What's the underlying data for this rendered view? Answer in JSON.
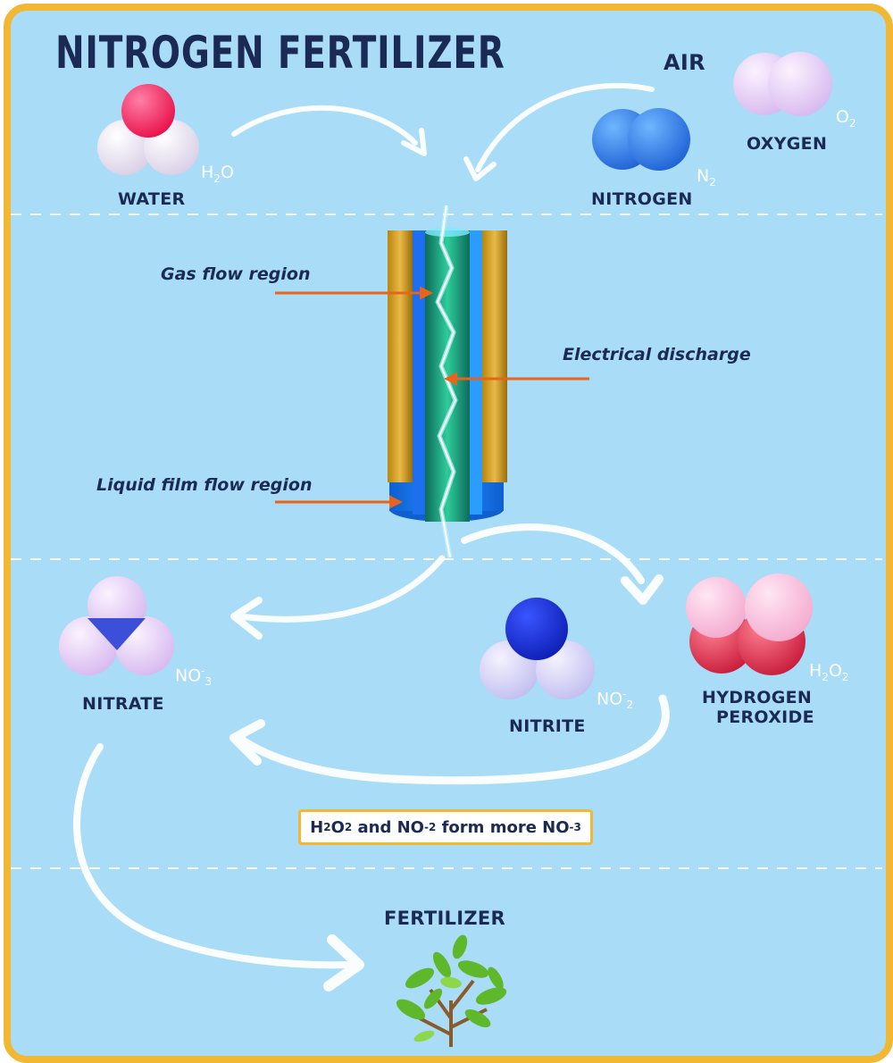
{
  "title": "NITROGEN FERTILIZER",
  "inputs": {
    "air_label": "AIR",
    "water": {
      "name": "WATER",
      "formula": "H2O"
    },
    "nitrogen": {
      "name": "NITROGEN",
      "formula": "N2"
    },
    "oxygen": {
      "name": "OXYGEN",
      "formula": "O2"
    }
  },
  "reactor": {
    "gas_flow": "Gas flow region",
    "discharge": "Electrical discharge",
    "liquid_flow": "Liquid film flow region"
  },
  "products": {
    "nitrate": {
      "name": "NITRATE",
      "formula": "NO-3"
    },
    "nitrite": {
      "name": "NITRITE",
      "formula": "NO-2"
    },
    "peroxide": {
      "name_line1": "HYDROGEN",
      "name_line2": "PEROXIDE",
      "formula": "H2O2"
    }
  },
  "equation_note": "H2O2 and NO-2 form more NO-3",
  "output": {
    "name": "FERTILIZER"
  },
  "colors": {
    "frame": "#f2b733",
    "background": "#a9dcf6",
    "text": "#1b2a55",
    "arrow_orange": "#e8641b"
  }
}
